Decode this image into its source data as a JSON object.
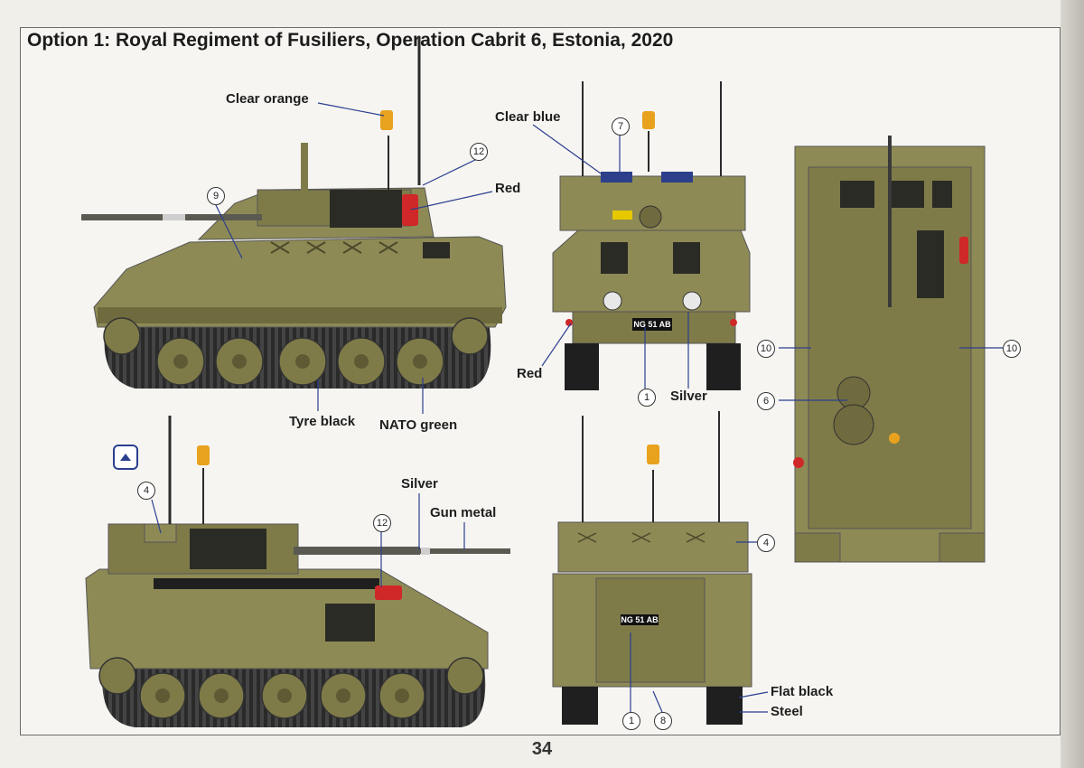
{
  "title": "Option 1: Royal Regiment of Fusiliers, Operation Cabrit 6, Estonia, 2020",
  "page_number": "34",
  "plate": "NG 51 AB",
  "callouts": {
    "c1": "1",
    "c4": "4",
    "c6": "6",
    "c7": "7",
    "c8": "8",
    "c9": "9",
    "c10": "10",
    "c12": "12"
  },
  "labels": {
    "clear_orange": "Clear orange",
    "clear_blue": "Clear blue",
    "red": "Red",
    "tyre_black": "Tyre black",
    "nato_green": "NATO green",
    "silver": "Silver",
    "gun_metal": "Gun metal",
    "flat_black": "Flat black",
    "steel": "Steel"
  },
  "colors": {
    "nato_green": "#8e8a55",
    "nato_green_dark": "#6f6b3e",
    "tyre_black": "#1f1f1f",
    "clear_orange": "#e8a21e",
    "clear_blue": "#2d3f8a",
    "red": "#d02828",
    "callout_line": "#2b3f8f"
  }
}
